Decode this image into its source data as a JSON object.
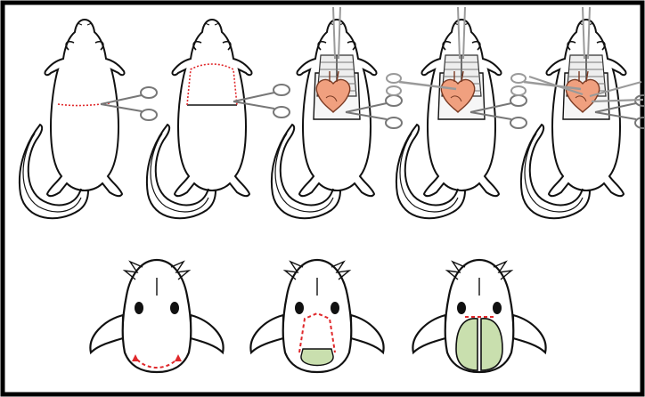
{
  "figure": {
    "frame_color": "#000000",
    "background": "#ffffff",
    "panels_top": [
      {
        "step": 1,
        "incision": "horizontal",
        "heart_exposed": false,
        "extra_instruments": 0
      },
      {
        "step": 2,
        "incision": "flap",
        "heart_exposed": false,
        "extra_instruments": 0
      },
      {
        "step": 3,
        "incision": "opened",
        "heart_exposed": true,
        "extra_instruments": 1
      },
      {
        "step": 4,
        "incision": "opened",
        "heart_exposed": true,
        "extra_instruments": 2
      },
      {
        "step": 5,
        "incision": "opened",
        "heart_exposed": true,
        "extra_instruments": 4
      }
    ],
    "panels_bottom": [
      {
        "step": 1,
        "cut_marks": "arc",
        "brain_exposed": "none"
      },
      {
        "step": 2,
        "cut_marks": "sides",
        "brain_exposed": "partial"
      },
      {
        "step": 3,
        "cut_marks": "top",
        "brain_exposed": "full"
      }
    ],
    "colors": {
      "incision": "#e0282b",
      "heart": "#f0a07f",
      "brain": "#c9dfae",
      "outline": "#111111",
      "steel": "#9a9a9a"
    },
    "icons": [
      "mouse-icon",
      "scissors-icon",
      "heart-icon",
      "ribcage-icon",
      "forceps-icon",
      "mouse-head-icon",
      "brain-icon"
    ]
  }
}
